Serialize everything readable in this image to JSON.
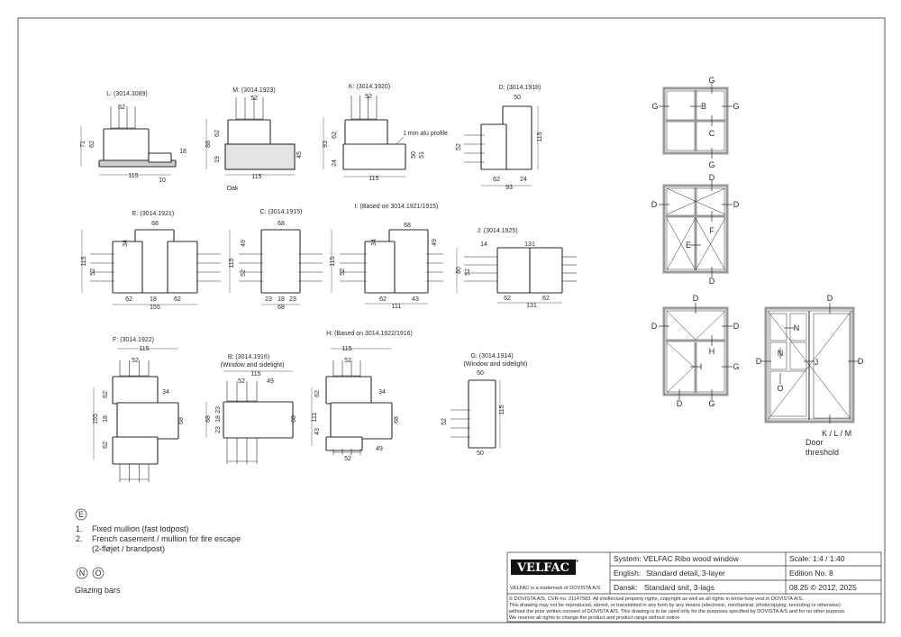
{
  "sections": [
    {
      "id": "L",
      "title": "L: (3014.3089)",
      "dims": [
        "52",
        "71",
        "62",
        "18",
        "115",
        "10"
      ]
    },
    {
      "id": "M",
      "title": "M: (3014.1923)",
      "dims": [
        "52",
        "88",
        "62",
        "19",
        "45",
        "115"
      ],
      "note": "Oak"
    },
    {
      "id": "K",
      "title": "K: (3014.1920)",
      "dims": [
        "52",
        "93",
        "62",
        "24",
        "50",
        "51",
        "115"
      ],
      "note": "1 mm alu profile"
    },
    {
      "id": "D",
      "title": "D: (3014.1918)",
      "dims": [
        "50",
        "115",
        "52",
        "62",
        "24",
        "93"
      ]
    },
    {
      "id": "E",
      "title": "E: (3014.1921)",
      "dims": [
        "68",
        "115",
        "34",
        "52",
        "62",
        "18",
        "62",
        "155"
      ]
    },
    {
      "id": "C",
      "title": "C: (3014.1915)",
      "dims": [
        "68",
        "115",
        "49",
        "52",
        "23",
        "18",
        "23",
        "68"
      ]
    },
    {
      "id": "I",
      "title": "I: (Based on 3014.1921/1915)",
      "dims": [
        "68",
        "115",
        "34",
        "49",
        "52",
        "62",
        "43",
        "111"
      ]
    },
    {
      "id": "J",
      "title": "J: (3014.1925)",
      "dims": [
        "14",
        "131",
        "80",
        "52",
        "62",
        "62",
        "131"
      ]
    },
    {
      "id": "F",
      "title": "F: (3014.1922)",
      "dims": [
        "115",
        "52",
        "62",
        "34",
        "155",
        "18",
        "62",
        "68"
      ]
    },
    {
      "id": "B",
      "title": "B: (3014.1916)",
      "subtitle": "(Window and sidelight)",
      "dims": [
        "115",
        "52",
        "49",
        "68",
        "23",
        "18",
        "23",
        "68"
      ]
    },
    {
      "id": "H",
      "title": "H: (Based on 3014.1922/1916)",
      "dims": [
        "115",
        "52",
        "62",
        "111",
        "34",
        "43",
        "68",
        "49",
        "52"
      ]
    },
    {
      "id": "G",
      "title": "G: (3014.1914)",
      "subtitle": "(Window and sidelight)",
      "dims": [
        "50",
        "115",
        "52",
        "50"
      ]
    }
  ],
  "elevations": {
    "window1": [
      "G",
      "G",
      "G",
      "B",
      "C",
      "G"
    ],
    "window2": [
      "D",
      "D",
      "D",
      "F",
      "E",
      "D"
    ],
    "window3": [
      "D",
      "D",
      "D",
      "H",
      "I",
      "G",
      "D",
      "G"
    ],
    "door": [
      "D",
      "N",
      "N",
      "D",
      "J",
      "D",
      "O"
    ],
    "door_caption": [
      "K / L / M",
      "Door",
      "threshold"
    ]
  },
  "legend": {
    "mullion_marker": "E",
    "items": [
      {
        "num": "1.",
        "text": "Fixed mullion (fast lodpost)"
      },
      {
        "num": "2.",
        "text": "French casement / mullion for fire escape"
      }
    ],
    "item2_continuation": "(2-fløjet / brandpost)",
    "glazing_markers": [
      "N",
      "O"
    ],
    "glazing_label": "Glazing bars"
  },
  "title_block": {
    "logo": "VELFAC",
    "trademark": "VELFAC is a trademark of DOVISTA A/S",
    "system_label": "System:",
    "system_value": "VELFAC Ribo wood window",
    "english_label": "English:",
    "english_value": "Standard detail, 3-layer",
    "dansk_label": "Dansk:",
    "dansk_value": "Standard snit, 3-lags",
    "scale": "Scale: 1:4 / 1:40",
    "edition": "Edition No. 8",
    "date": "08.25 © 2012, 2025",
    "copyright": [
      "© DOVISTA A/S, CVR-no. 21147583. All intellectual property rights, copyright as well as all rights in know-how vest in DOVISTA A/S.",
      "This drawing may not be reproduced, stored, or transmitted in any form by any means (electronic, mechanical, photocopying, recording or otherwise)",
      "without the prior written consent of DOVISTA A/S. This drawing is to be used only for the purposes specified by DOVISTA A/S and for no other purpose.",
      "We reserve all rights to change the product and product range without notice."
    ]
  },
  "colors": {
    "line": "#2a2a2a",
    "frame_gray": "#9a9a9a",
    "logo_bg": "#111111"
  }
}
